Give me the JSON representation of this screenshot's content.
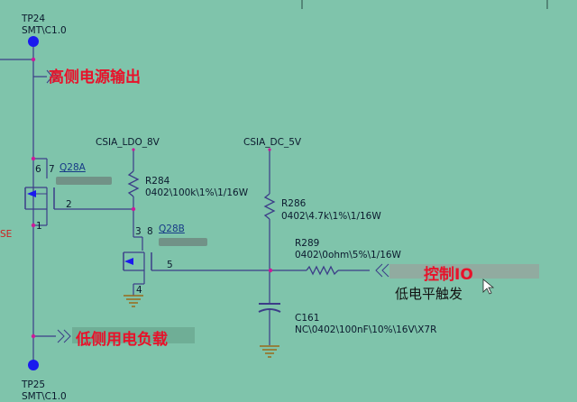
{
  "tp24": {
    "ref": "TP24",
    "footprint": "SMT\\C1.0"
  },
  "tp25": {
    "ref": "TP25",
    "footprint": "SMT\\C1.0"
  },
  "notes": {
    "high_side_output": "高侧电源输出",
    "low_side_load": "低侧用电负载",
    "control_io": "控制IO",
    "low_level_trigger": "低电平触发"
  },
  "nets": {
    "ldo": "CSIA_LDO_8V",
    "dc": "CSIA_DC_5V",
    "edge_label": "SE"
  },
  "q28a": {
    "ref": "Q28A",
    "pin6": "6",
    "pin7": "7",
    "pin2": "2",
    "pin1": "1"
  },
  "q28b": {
    "ref": "Q28B",
    "pin3": "3",
    "pin8": "8",
    "pin5": "5",
    "pin4": "4"
  },
  "r284": {
    "ref": "R284",
    "value": "0402\\100k\\1%\\1/16W"
  },
  "r286": {
    "ref": "R286",
    "value": "0402\\4.7k\\1%\\1/16W"
  },
  "r289": {
    "ref": "R289",
    "value": "0402\\0ohm\\5%\\1/16W"
  },
  "c161": {
    "ref": "C161",
    "value": "NC\\0402\\100nF\\10%\\16V\\X7R"
  },
  "colors": {
    "background": "#7fc4ab",
    "wire": "#3c3c88",
    "junction": "#cc1a99",
    "testpoint": "#1a1aee",
    "annotation_red": "#e8122a",
    "ground": "#9a6a1a"
  }
}
